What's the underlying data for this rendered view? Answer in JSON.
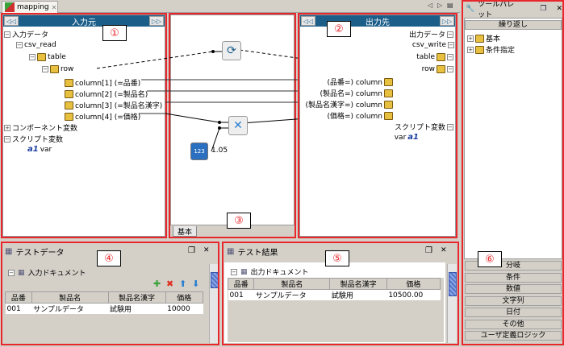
{
  "editor_tab": {
    "title": "mapping",
    "close_glyph": "✕"
  },
  "nav_arrows": {
    "left": "◁",
    "right": "▷",
    "menu": "▤"
  },
  "source_panel": {
    "marker": "①",
    "title": "入力元",
    "collapse_btn": "◁◁",
    "expand_btn": "▷▷",
    "tree": [
      {
        "label": "入力データ",
        "toggle": "−"
      },
      {
        "label": "csv_read",
        "toggle": "−"
      },
      {
        "label": "table",
        "toggle": "−"
      },
      {
        "label": "row",
        "toggle": "−"
      },
      {
        "label": "column[1] (=品番)"
      },
      {
        "label": "column[2] (=製品名)"
      },
      {
        "label": "column[3] (=製品名漢字)"
      },
      {
        "label": "column[4] (=価格)"
      },
      {
        "label": "コンポーネント変数",
        "toggle": "+"
      },
      {
        "label": "スクリプト変数",
        "toggle": "−"
      },
      {
        "label": "var"
      }
    ]
  },
  "canvas": {
    "marker": "③",
    "tab": "基本",
    "multiplier_label": "1.05"
  },
  "target_panel": {
    "marker": "②",
    "title": "出力先",
    "collapse_btn": "◁◁",
    "expand_btn": "▷▷",
    "tree": [
      {
        "label": "出力データ",
        "toggle": "−"
      },
      {
        "label": "csv_write",
        "toggle": "−"
      },
      {
        "label": "table",
        "toggle": "−"
      },
      {
        "label": "row",
        "toggle": "−"
      },
      {
        "label": "(品番=) column"
      },
      {
        "label": "(製品名=) column"
      },
      {
        "label": "(製品名漢字=) column"
      },
      {
        "label": "(価格=) column"
      },
      {
        "label": "スクリプト変数",
        "toggle": "−"
      },
      {
        "label": "var"
      }
    ]
  },
  "palette": {
    "marker": "⑥",
    "title": "ツールパレット",
    "restore": "❐",
    "close": "✕",
    "top_button": "繰り返し",
    "tree": [
      {
        "label": "基本",
        "toggle": "+"
      },
      {
        "label": "条件指定",
        "toggle": "+"
      }
    ],
    "buttons": [
      "分岐",
      "条件",
      "数値",
      "文字列",
      "日付",
      "その他",
      "ユーザ定義ロジック"
    ]
  },
  "test_data": {
    "marker": "④",
    "title": "テストデータ",
    "restore": "❐",
    "close": "✕",
    "doc_label": "入力ドキュメント",
    "toggle": "−",
    "actions": {
      "add": "✚",
      "delete": "✖",
      "up": "⬆",
      "down": "⬇"
    },
    "columns": [
      "品番",
      "製品名",
      "製品名漢字",
      "価格"
    ],
    "rows": [
      [
        "001",
        "サンプルデータ",
        "試験用",
        "10000"
      ]
    ]
  },
  "test_result": {
    "marker": "⑤",
    "title": "テスト結果",
    "restore": "❐",
    "close": "✕",
    "doc_label": "出力ドキュメント",
    "toggle": "−",
    "columns": [
      "品番",
      "製品名",
      "製品名漢字",
      "価格"
    ],
    "rows": [
      [
        "001",
        "サンプルデータ",
        "試験用",
        "10500.00"
      ]
    ]
  },
  "colors": {
    "header": "#1b5e8a",
    "highlight": "#e8262b"
  }
}
